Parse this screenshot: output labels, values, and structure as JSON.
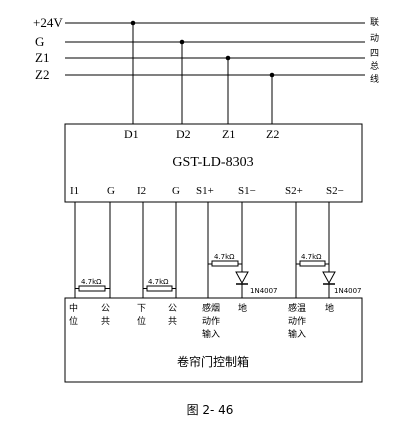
{
  "bus": {
    "lines": [
      "+24V",
      "G",
      "Z1",
      "Z2"
    ],
    "right_label": [
      "联",
      "动",
      "四",
      "总",
      "线"
    ]
  },
  "module": {
    "title": "GST-LD-8303",
    "top_terminals": [
      "D1",
      "D2",
      "Z1",
      "Z2"
    ],
    "bottom_terminals": [
      "I1",
      "G",
      "I2",
      "G",
      "S1+",
      "S1−",
      "S2+",
      "S2−"
    ]
  },
  "components": {
    "resistor_label": "4.7kΩ",
    "diode_label": "1N4007"
  },
  "controller": {
    "title": "卷帘门控制箱",
    "terminals": [
      [
        "中",
        "位"
      ],
      [
        "公",
        "共"
      ],
      [
        "下",
        "位"
      ],
      [
        "公",
        "共"
      ],
      [
        "感烟",
        "动作",
        "输入"
      ],
      [
        "地"
      ],
      [
        "感温",
        "动作",
        "输入"
      ],
      [
        "地"
      ]
    ]
  },
  "caption": "图 2- 46"
}
